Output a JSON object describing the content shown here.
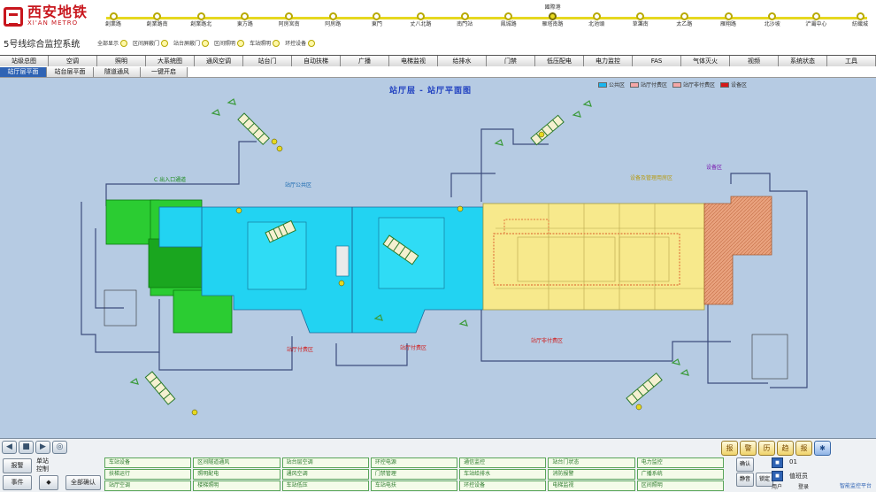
{
  "header": {
    "logo_cn": "西安地铁",
    "logo_en": "XI'AN METRO",
    "subtitle": "5号线综合监控系统",
    "line_color": "#e6d820",
    "stations": [
      {
        "top": "",
        "label": "創業路"
      },
      {
        "top": "",
        "label": "創業路南"
      },
      {
        "top": "",
        "label": "創業路北"
      },
      {
        "top": "",
        "label": "東方路"
      },
      {
        "top": "",
        "label": "阿房宮南"
      },
      {
        "top": "",
        "label": "阿房路"
      },
      {
        "top": "",
        "label": "東門"
      },
      {
        "top": "",
        "label": "丈八北路"
      },
      {
        "top": "",
        "label": "南門站"
      },
      {
        "top": "",
        "label": "鳳城路"
      },
      {
        "top": "國際港",
        "label": "雁塔南路"
      },
      {
        "top": "",
        "label": "北池頭"
      },
      {
        "top": "",
        "label": "草灘南"
      },
      {
        "top": "",
        "label": "太乙路"
      },
      {
        "top": "",
        "label": "雁翔路"
      },
      {
        "top": "",
        "label": "北沙坡"
      },
      {
        "top": "",
        "label": "浐灞中心"
      },
      {
        "top": "",
        "label": "紡織城"
      }
    ],
    "legend": [
      "全部显示",
      "区间屏蔽门",
      "站台屏蔽门",
      "区间照明",
      "车站照明",
      "环控设备"
    ]
  },
  "tabs": [
    "站级总图",
    "空调",
    "照明",
    "大系统图",
    "通风空调",
    "站台门",
    "自动扶梯",
    "广播",
    "电梯监视",
    "给排水",
    "门禁",
    "低压配电",
    "电力监控",
    "FAS",
    "气体灭火",
    "视频",
    "系统状态",
    "工具"
  ],
  "subtabs": [
    "站厅层平面",
    "站台层平面",
    "隧道通风",
    "一键开启"
  ],
  "map": {
    "title": "站厅层 - 站厅平面图",
    "legend": [
      {
        "label": "公共区",
        "color": "#19b6f0"
      },
      {
        "label": "站厅付费区",
        "color": "#f5a7a7"
      },
      {
        "label": "站厅非付费区",
        "color": "#f5a7a7"
      },
      {
        "label": "设备区",
        "color": "#d61818"
      }
    ],
    "zone_labels": {
      "green": "C 出入口通道",
      "cyan": "站厅公共区",
      "yellow": "设备及管理用房区",
      "purple": "设备区",
      "red1": "站厅付费区",
      "red2": "站厅付费区",
      "red3": "站厅非付费区"
    },
    "colors": {
      "green": "#2bcc32",
      "green_dark": "#1aa61f",
      "cyan": "#22d3f2",
      "yellow": "#f7e98c",
      "orange": "#e9a27e",
      "bg": "#b6cbe3"
    }
  },
  "bottom": {
    "tool_icons": [
      "◀",
      "■",
      "▶",
      "◎"
    ],
    "right_icons": [
      "报",
      "警",
      "历",
      "趋",
      "报",
      "✱"
    ],
    "btn_alarm": "报警",
    "btn_event": "事件",
    "mode_label": "单站\n控制",
    "btn_arrow": "◆",
    "btn_confirm": "全部确认",
    "status_cells": [
      "车站设备",
      "区间隧道通风",
      "站台层空调",
      "环控电源",
      "通信监控",
      "站台门状态",
      "电力监控",
      "扶梯运行",
      "照明配电",
      "通风空调",
      "门禁管理",
      "车站给排水",
      "消防报警",
      "广播系统",
      "站厅空调",
      "楼梯照明",
      "车站低压",
      "车站电扶",
      "环控设备",
      "电梯监视",
      "区间照明"
    ],
    "r_btns": [
      "确认",
      "静音",
      "锁定"
    ],
    "user_id": "01",
    "user_role": "值班员",
    "user_label": "用户",
    "time_label": "登录",
    "footer": "智能监控平台"
  }
}
